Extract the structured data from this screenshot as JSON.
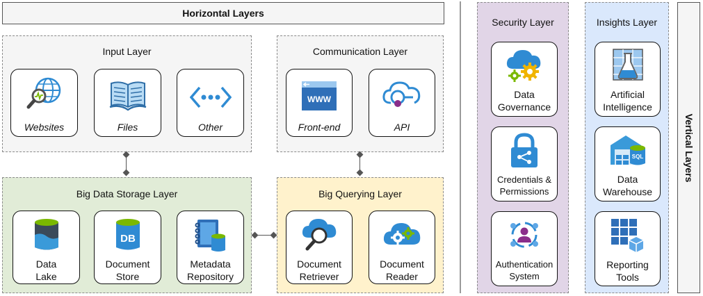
{
  "horizontal_banner": "Horizontal Layers",
  "vertical_banner": "Vertical Layers",
  "input_layer": {
    "title": "Input Layer",
    "items": [
      {
        "label": "Websites",
        "icon": "website-analytics-icon"
      },
      {
        "label": "Files",
        "icon": "open-book-icon"
      },
      {
        "label": "Other",
        "icon": "code-brackets-icon"
      }
    ]
  },
  "communication_layer": {
    "title": "Communication Layer",
    "items": [
      {
        "label": "Front-end",
        "icon": "browser-www-icon"
      },
      {
        "label": "API",
        "icon": "cloud-api-icon"
      }
    ]
  },
  "storage_layer": {
    "title": "Big Data Storage Layer",
    "items": [
      {
        "label_1": "Data",
        "label_2": "Lake",
        "icon": "data-lake-icon"
      },
      {
        "label_1": "Document",
        "label_2": "Store",
        "icon": "database-db-icon"
      },
      {
        "label_1": "Metadata",
        "label_2": "Repository",
        "icon": "metadata-repository-icon"
      }
    ]
  },
  "querying_layer": {
    "title": "Big Querying Layer",
    "items": [
      {
        "label_1": "Document",
        "label_2": "Retriever",
        "icon": "cloud-search-icon"
      },
      {
        "label_1": "Document",
        "label_2": "Reader",
        "icon": "cloud-gears-icon"
      }
    ]
  },
  "security_layer": {
    "title": "Security Layer",
    "items": [
      {
        "label_1": "Data",
        "label_2": "Governance",
        "icon": "cloud-gears-governance-icon"
      },
      {
        "label_1": "Credentials &",
        "label_2": "Permissions",
        "icon": "lock-share-icon"
      },
      {
        "label_1": "Authentication",
        "label_2": "System",
        "icon": "user-network-icon"
      }
    ]
  },
  "insights_layer": {
    "title": "Insights Layer",
    "items": [
      {
        "label_1": "Artificial",
        "label_2": "Intelligence",
        "icon": "flask-icon"
      },
      {
        "label_1": "Data",
        "label_2": "Warehouse",
        "icon": "warehouse-sql-icon"
      },
      {
        "label_1": "Reporting",
        "label_2": "Tools",
        "icon": "tiles-cube-icon"
      }
    ]
  },
  "colors": {
    "storage_bg": "#e1ecd7",
    "querying_bg": "#fff2cc",
    "security_bg": "#e1d5e7",
    "insights_bg": "#dae8fc",
    "icon_blue": "#2f8bd3",
    "icon_yellow": "#f0b400",
    "icon_green": "#7ab800",
    "icon_purple": "#8a2d8a"
  }
}
